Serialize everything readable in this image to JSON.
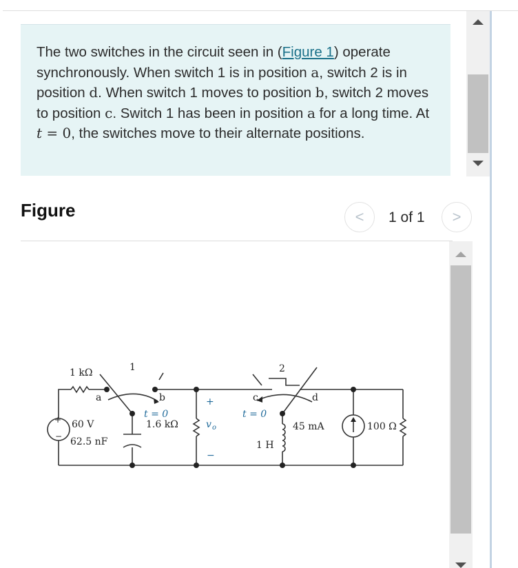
{
  "question": {
    "segments": {
      "s1": "The two switches in the circuit seen in (",
      "link": "Figure 1",
      "s2": ") operate synchronously. When switch 1 is in position ",
      "pos_a": "a",
      "s3": ", switch 2 is in position ",
      "pos_d": "d",
      "s4": ". When switch 1 moves to position ",
      "pos_b": "b",
      "s5": ", switch 2 moves to position ",
      "pos_c": "c",
      "s6": ". Switch 1 has been in position ",
      "pos_a2": "a",
      "s7": " for a long time. At ",
      "t": "t",
      "eq": " = ",
      "zero": "0",
      "s8": ", the switches move to their alternate positions."
    }
  },
  "figure": {
    "title": "Figure",
    "pager": {
      "label": "1 of 1",
      "prev_icon": "<",
      "next_icon": ">"
    },
    "circuit": {
      "r1": "1 kΩ",
      "switch1": "1",
      "switch2": "2",
      "node_a": "a",
      "node_b": "b",
      "node_c": "c",
      "node_d": "d",
      "t0_1": "t = 0",
      "t0_2": "t = 0",
      "source_v": "60 V",
      "plus": "+",
      "minus": "−",
      "cap": "62.5 nF",
      "r2": "1.6 kΩ",
      "vo": "v",
      "vo_sub": "o",
      "vo_plus": "+",
      "vo_minus": "−",
      "inductor": "1 H",
      "isource": "45 mA",
      "r3": "100 Ω"
    }
  },
  "colors": {
    "accent_link": "#1a7089",
    "question_bg": "#e6f4f5",
    "label_blue": "#1f6a9a"
  }
}
